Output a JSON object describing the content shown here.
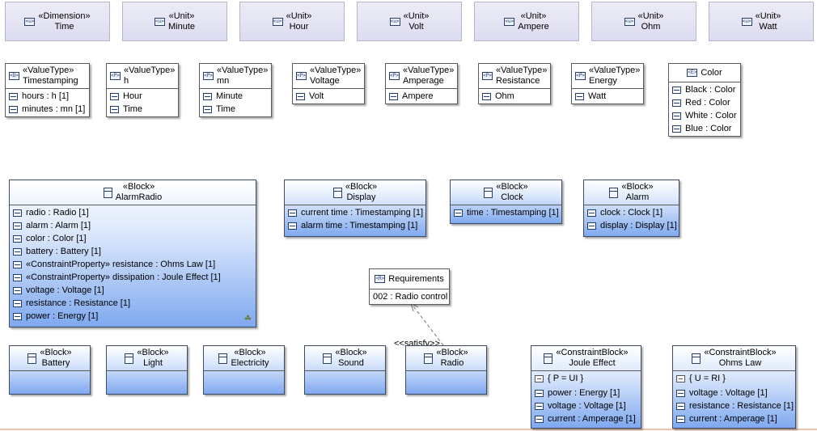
{
  "units": [
    {
      "id": "time",
      "stereotype": "«Dimension»",
      "name": "Time"
    },
    {
      "id": "minute",
      "stereotype": "«Unit»",
      "name": "Minute"
    },
    {
      "id": "hour",
      "stereotype": "«Unit»",
      "name": "Hour"
    },
    {
      "id": "volt",
      "stereotype": "«Unit»",
      "name": "Volt"
    },
    {
      "id": "ampere",
      "stereotype": "«Unit»",
      "name": "Ampere"
    },
    {
      "id": "ohm",
      "stereotype": "«Unit»",
      "name": "Ohm"
    },
    {
      "id": "watt",
      "stereotype": "«Unit»",
      "name": "Watt"
    }
  ],
  "value_types": [
    {
      "id": "timestamping",
      "stereotype": "«ValueType»",
      "name": "Timestamping",
      "icon_text": "<D>",
      "rows": [
        "hours : h [1]",
        "minutes : mn [1]"
      ]
    },
    {
      "id": "h",
      "stereotype": "«ValueType»",
      "name": "h",
      "icon_text": "<P>",
      "rows": [
        "Hour",
        "Time"
      ]
    },
    {
      "id": "mn",
      "stereotype": "«ValueType»",
      "name": "mn",
      "icon_text": "<P>",
      "rows": [
        "Minute",
        "Time"
      ]
    },
    {
      "id": "voltage",
      "stereotype": "«ValueType»",
      "name": "Voltage",
      "icon_text": "<P>",
      "rows": [
        "Volt"
      ]
    },
    {
      "id": "amperage",
      "stereotype": "«ValueType»",
      "name": "Amperage",
      "icon_text": "<P>",
      "rows": [
        "Ampere"
      ]
    },
    {
      "id": "resistance",
      "stereotype": "«ValueType»",
      "name": "Resistance",
      "icon_text": "<P>",
      "rows": [
        "Ohm"
      ]
    },
    {
      "id": "energy",
      "stereotype": "«ValueType»",
      "name": "Energy",
      "icon_text": "<P>",
      "rows": [
        "Watt"
      ]
    }
  ],
  "color_enum": {
    "name": "Color",
    "icon_text": "<E>",
    "rows": [
      "Black : Color",
      "Red : Color",
      "White : Color",
      "Blue : Color"
    ]
  },
  "blocks": [
    {
      "id": "alarmradio",
      "stereotype": "«Block»",
      "name": "AlarmRadio",
      "rows": [
        "radio : Radio [1]",
        "alarm : Alarm [1]",
        "color : Color [1]",
        "battery : Battery [1]",
        "«ConstraintProperty» resistance : Ohms Law [1]",
        "«ConstraintProperty» dissipation : Joule Effect [1]",
        "voltage : Voltage [1]",
        "resistance : Resistance [1]",
        "power : Energy [1]"
      ]
    },
    {
      "id": "display",
      "stereotype": "«Block»",
      "name": "Display",
      "rows": [
        "current time : Timestamping [1]",
        "alarm time : Timestamping [1]"
      ]
    },
    {
      "id": "clock",
      "stereotype": "«Block»",
      "name": "Clock",
      "rows": [
        "time : Timestamping [1]"
      ]
    },
    {
      "id": "alarm",
      "stereotype": "«Block»",
      "name": "Alarm",
      "rows": [
        "clock : Clock [1]",
        "display : Display [1]"
      ]
    },
    {
      "id": "battery",
      "stereotype": "«Block»",
      "name": "Battery",
      "rows": []
    },
    {
      "id": "light",
      "stereotype": "«Block»",
      "name": "Light",
      "rows": []
    },
    {
      "id": "electricity",
      "stereotype": "«Block»",
      "name": "Electricity",
      "rows": []
    },
    {
      "id": "sound",
      "stereotype": "«Block»",
      "name": "Sound",
      "rows": []
    },
    {
      "id": "radio",
      "stereotype": "«Block»",
      "name": "Radio",
      "rows": []
    }
  ],
  "constraint_blocks": [
    {
      "id": "joule",
      "stereotype": "«ConstraintBlock»",
      "name": "Joule Effect",
      "constraint": "{ P = UI }",
      "rows": [
        "power : Energy [1]",
        "voltage : Voltage [1]",
        "current : Amperage [1]"
      ]
    },
    {
      "id": "ohms",
      "stereotype": "«ConstraintBlock»",
      "name": "Ohms Law",
      "constraint": "{ U = RI }",
      "rows": [
        "voltage : Voltage [1]",
        "resistance : Resistance [1]",
        "current : Amperage [1]"
      ]
    }
  ],
  "requirements": {
    "name": "Requirements",
    "icon_text": "<R>",
    "rows": [
      "002 : Radio control"
    ]
  },
  "satisfy_label": "<<satisfy>>",
  "colors": {
    "unit_fill": "#dcdcf0",
    "block_gradient_end": "#7fa9ef",
    "border": "#5a5a5a"
  }
}
